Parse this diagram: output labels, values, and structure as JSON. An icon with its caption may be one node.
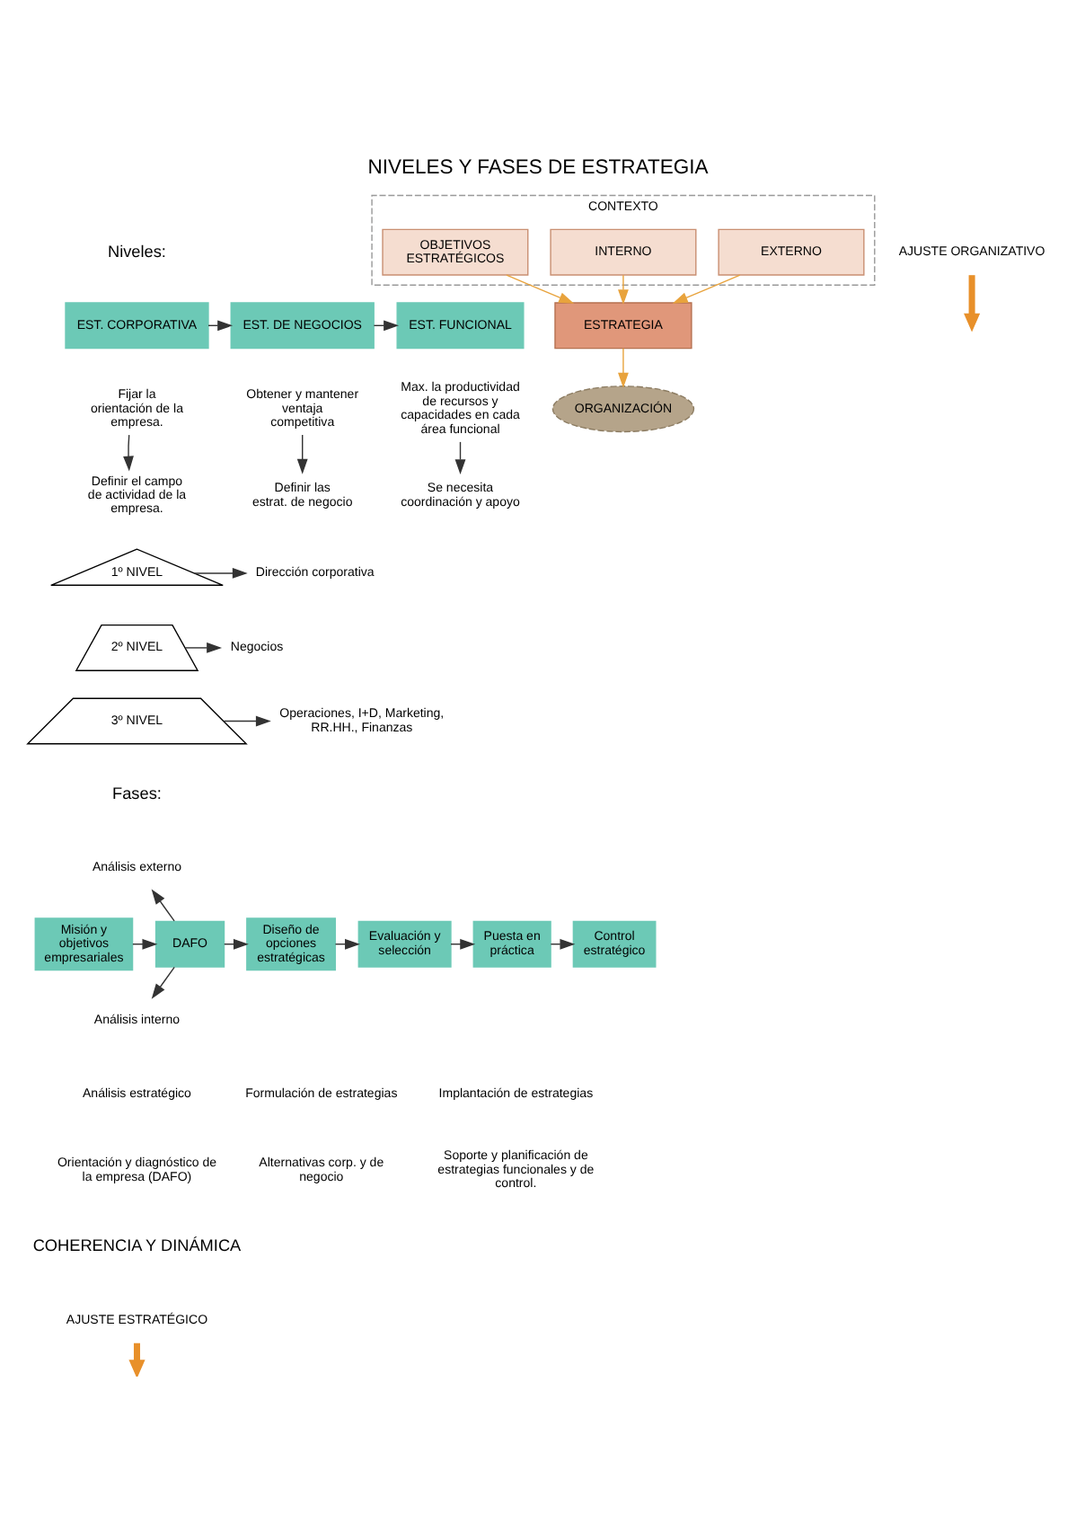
{
  "diagram": {
    "title": "NIVELES Y FASES DE ESTRATEGIA",
    "nodes": [
      {
        "text": [
          "EST. CORPORATIVA"
        ]
      },
      {
        "text": [
          "EST. DE NEGOCIOS"
        ]
      },
      {
        "text": [
          "EST. FUNCIONAL"
        ]
      },
      {
        "text": [
          "Fijar la orientación de la empresa."
        ]
      },
      {
        "text": [
          "Definir el campo de actividad de la empresa."
        ]
      },
      {
        "text": [
          "Obtener y mantener ventaja competitiva"
        ]
      },
      {
        "text": [
          "Definir las estrat. de negocio"
        ]
      },
      {
        "text": [
          "Max. la productividad de recursos y capacidades en cada área funcional"
        ]
      },
      {
        "text": [
          "Se necesita coordinación y apoyo"
        ]
      },
      {
        "text": [
          "1º NIVEL"
        ]
      },
      {
        "text": [
          "2º NIVEL"
        ]
      },
      {
        "text": [
          "3º NIVEL"
        ]
      },
      {
        "text": [
          "Dirección corporativa"
        ]
      },
      {
        "text": [
          "Negocios"
        ]
      },
      {
        "text": [
          "Operaciones, I+D, Marketing, RR.HH., Finanzas"
        ]
      },
      {
        "text": [
          "Misión y objetivos empresariales"
        ]
      },
      {
        "text": [
          "DAFO"
        ]
      },
      {
        "text": [
          "Análisis externo"
        ]
      },
      {
        "text": [
          "Análisis interno"
        ]
      },
      {
        "text": [
          "Diseño de opciones estratégicas"
        ]
      },
      {
        "text": [
          "Evaluación y selección"
        ]
      },
      {
        "text": [
          "Puesta en práctica"
        ]
      },
      {
        "text": [
          "Control estratégico"
        ]
      },
      {
        "text": [
          "CONTEXTO"
        ]
      },
      {
        "text": [
          "EXTERNO"
        ],
        "in": 23
      },
      {
        "text": [
          "INTERNO"
        ],
        "in": 23
      },
      {
        "text": [
          "OBJETIVOS ESTRATÉGICOS"
        ],
        "in": 23
      },
      {
        "text": [
          "ESTRATEGIA"
        ]
      },
      {
        "text": [
          "ORGANIZACIÓN"
        ]
      },
      {
        "text": [
          "AJUSTE ESTRATÉGICO"
        ]
      },
      {
        "text": [
          "AJUSTE ORGANIZATIVO"
        ]
      }
    ],
    "edges": [
      {
        "from": 0,
        "to": 1,
        "arrow": "to"
      },
      {
        "from": 1,
        "to": 2,
        "arrow": "to"
      },
      {
        "from": 3,
        "to": 4,
        "arrow": "to"
      },
      {
        "from": 5,
        "to": 6,
        "arrow": "to"
      },
      {
        "from": 7,
        "to": 8,
        "arrow": "to"
      },
      {
        "from": 9,
        "to": 12,
        "arrow": "to"
      },
      {
        "from": 10,
        "to": 13,
        "arrow": "to"
      },
      {
        "from": 11,
        "to": 14,
        "arrow": "to"
      },
      {
        "from": 15,
        "to": 16,
        "arrow": "to"
      },
      {
        "from": 16,
        "to": 17,
        "arrow": "to"
      },
      {
        "from": 16,
        "to": 18,
        "arrow": "to"
      },
      {
        "from": 16,
        "to": 19,
        "arrow": "to"
      },
      {
        "from": 19,
        "to": 20,
        "arrow": "to"
      },
      {
        "from": 20,
        "to": 21,
        "arrow": "to"
      },
      {
        "from": 21,
        "to": 22,
        "arrow": "to"
      },
      {
        "from": 24,
        "to": 27,
        "arrow": "to",
        "color": "#e8a33d"
      },
      {
        "from": 25,
        "to": 27,
        "arrow": "to",
        "color": "#e8a33d"
      },
      {
        "from": 26,
        "to": 27,
        "arrow": "to",
        "color": "#e8a33d"
      },
      {
        "from": 27,
        "to": 28,
        "arrow": "to",
        "color": "#e8a33d"
      },
      {
        "from": 29,
        "to": null,
        "arrow": "to",
        "style": "thick",
        "color": "#e8902a"
      },
      {
        "from": 30,
        "to": null,
        "arrow": "to",
        "style": "thick",
        "color": "#e8902a"
      }
    ],
    "labels": [
      "Niveles:",
      "Fases:",
      "Análisis estratégico",
      "Formulación de estrategias",
      "Implantación de estrategias",
      "Orientación y diagnóstico de la empresa (DAFO)",
      "Alternativas corp. y de negocio",
      "Soporte y planificación de estrategias funcionales y de control.",
      "COHERENCIA Y DINÁMICA"
    ]
  }
}
